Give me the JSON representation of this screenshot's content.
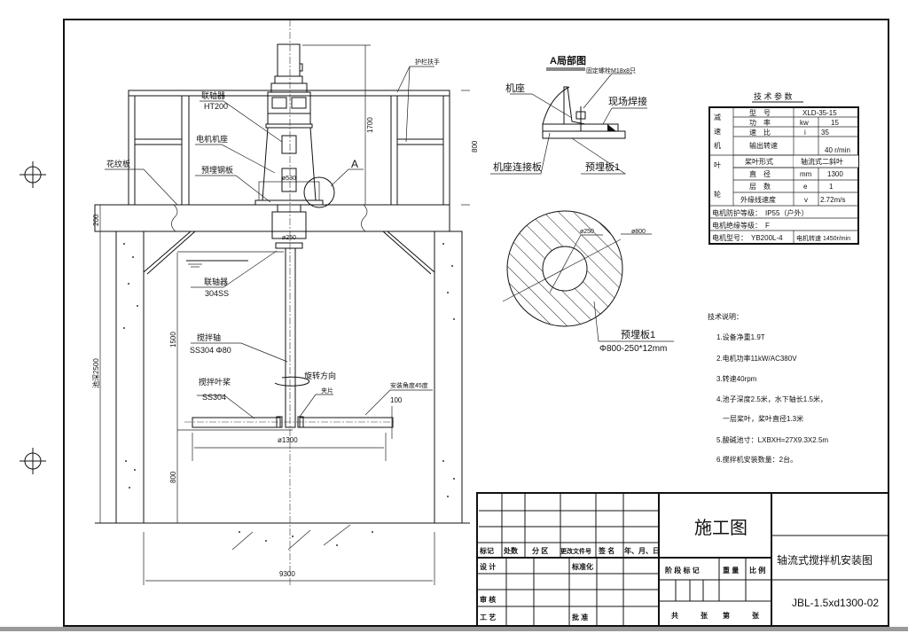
{
  "drawing": {
    "labels": {
      "railing": "护栏扶手",
      "coupling_top": "联轴器",
      "coupling_top_mat": "HT200",
      "motor_base": "电机机座",
      "embed_plate": "预埋钢板",
      "checker_plate": "花纹板",
      "detail_marker": "A",
      "phi530": "ø530",
      "phi250_small": "ø250",
      "coupling_bottom": "联轴器",
      "coupling_bottom_mat": "304SS",
      "shaft": "搅拌轴",
      "shaft_mat": "SS304 Φ80",
      "impeller": "搅拌叶桨",
      "impeller_mat": "SS304",
      "rotation": "旋转方向",
      "clamp": "夹片",
      "install_angle": "安装角度45度"
    },
    "dimensions": {
      "d1700": "1700",
      "d800_top": "800",
      "d200": "200",
      "d1500": "1500",
      "d800_bottom": "800",
      "pool_depth": "池深2500",
      "d100": "100",
      "phi1300": "ø1300",
      "d9300": "9300"
    }
  },
  "detail_a": {
    "title": "A局部图",
    "bolt": "固定螺栓M18x8只",
    "base": "机座",
    "weld": "现场焊接",
    "base_plate": "机座连接板",
    "embed_plate": "预埋板1"
  },
  "embed_plate_view": {
    "phi250": "ø250",
    "phi800": "ø800",
    "name": "预埋板1",
    "spec": "Φ800-250*12mm"
  },
  "tech_params": {
    "title": "技 术 参 数",
    "reducer_group": [
      "减",
      "速",
      "机"
    ],
    "impeller_group": [
      "叶",
      "轮"
    ],
    "rows": [
      {
        "name": "型　号",
        "unit": "",
        "value": "XLD-35-15"
      },
      {
        "name": "功　率",
        "unit": "kw",
        "value": "15"
      },
      {
        "name": "速　比",
        "unit": "i",
        "value": "35"
      },
      {
        "name": "输出转速",
        "unit": "",
        "value": "40 r/min"
      },
      {
        "name": "桨叶形式",
        "unit": "",
        "value": "轴流式二斜叶"
      },
      {
        "name": "直　径",
        "unit": "mm",
        "value": "1300"
      },
      {
        "name": "层　数",
        "unit": "e",
        "value": "1"
      },
      {
        "name": "外缘线速度",
        "unit": "v",
        "value": "2.72m/s"
      }
    ],
    "protection": "电机防护等级：　IP55（户外）",
    "insulation": "电机绝缘等级：　F",
    "motor_model": "电机型号：　YB200L-4",
    "motor_speed": "电机转速 1450r/min"
  },
  "tech_notes": {
    "title": "技术说明：",
    "items": [
      "1.设备净重1.9T",
      "2.电机功率11kW/AC380V",
      "3.转速40rpm",
      "4.池子深度2.5米，水下轴长1.5米，",
      "一层桨叶，桨叶直径1.3米",
      "5.酸碱池寸：LXBXH=27X9.3X2.5m",
      "6.搅拌机安装数量：2台。"
    ]
  },
  "title_block": {
    "headers": [
      "标记",
      "处数",
      "分 区",
      "更改文件号",
      "签 名",
      "年、月、日"
    ],
    "design": "设 计",
    "standard": "标准化",
    "review": "审 核",
    "process": "工 艺",
    "approve": "批 准",
    "stage_mark": "阶 段 标 记",
    "weight": "重 量",
    "scale": "比 例",
    "sheets": [
      "共",
      "张",
      "第",
      "张"
    ],
    "stage": "施工图",
    "drawing_title": "轴流式搅拌机安装图",
    "drawing_number": "JBL-1.5xd1300-02"
  }
}
